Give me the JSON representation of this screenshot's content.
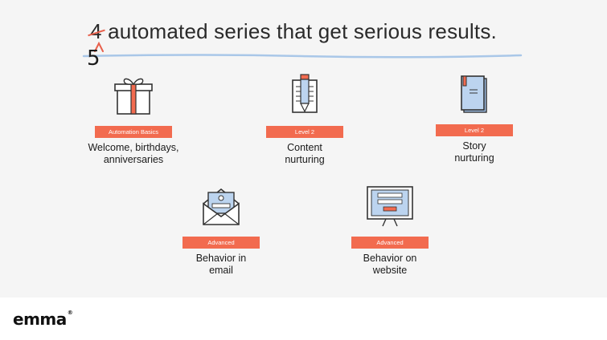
{
  "title": {
    "old_number": "4",
    "new_number": "5",
    "rest": " automated series that get serious results."
  },
  "items": [
    {
      "badge": "Automation Basics",
      "label_line1": "Welcome, birthdays,",
      "label_line2": "anniversaries",
      "icon": "gift-icon"
    },
    {
      "badge": "Level 2",
      "label_line1": "Content",
      "label_line2": "nurturing",
      "icon": "notepad-pencil-icon"
    },
    {
      "badge": "Level 2",
      "label_line1": "Story",
      "label_line2": "nurturing",
      "icon": "book-icon"
    },
    {
      "badge": "Advanced",
      "label_line1": "Behavior in",
      "label_line2": "email",
      "icon": "envelope-icon"
    },
    {
      "badge": "Advanced",
      "label_line1": "Behavior on",
      "label_line2": "website",
      "icon": "monitor-icon"
    }
  ],
  "brand": {
    "name": "emma",
    "mark": "®"
  },
  "colors": {
    "accent": "#f26b4f",
    "slide_bg": "#f5f5f5",
    "underline": "#a9c7e8",
    "icon_blue": "#bcd4ef"
  }
}
